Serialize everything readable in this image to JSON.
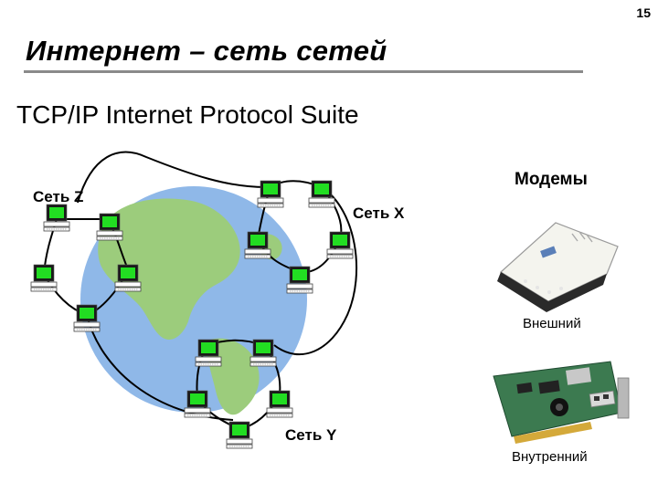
{
  "page_number": "15",
  "title": "Интернет – сеть сетей",
  "subtitle": "TCP/IP Internet Protocol Suite",
  "networks": {
    "z": "Сеть Z",
    "x": "Сеть X",
    "y": "Сеть Y"
  },
  "modems": {
    "heading": "Модемы",
    "external": "Внешний",
    "internal": "Внутренний"
  },
  "colors": {
    "ocean": "#8fb8e8",
    "land": "#9ccc7c",
    "screen": "#22dd22",
    "title_rule": "#8a8a8a"
  }
}
